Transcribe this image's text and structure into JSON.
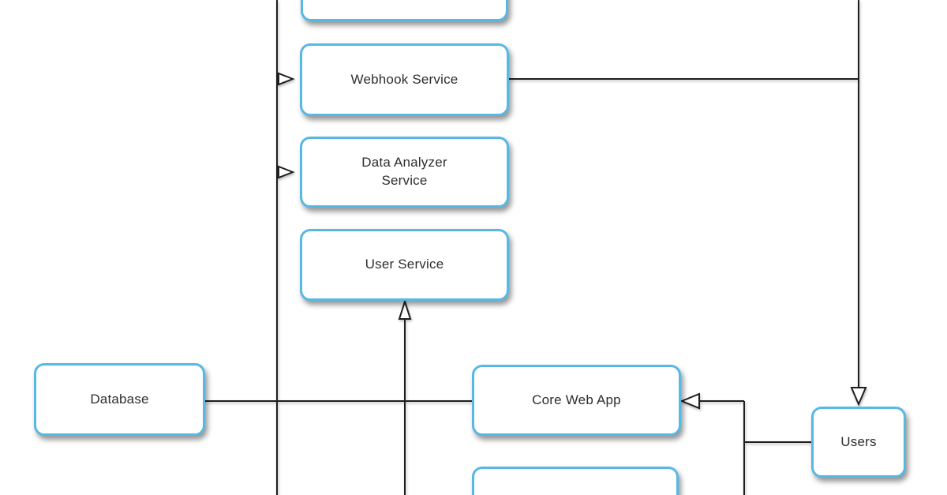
{
  "diagram": {
    "title": "",
    "nodes": {
      "partial_top": {
        "label": ""
      },
      "webhook": {
        "label": "Webhook Service"
      },
      "analyzer": {
        "label": "Data Analyzer Service"
      },
      "user_service": {
        "label": "User Service"
      },
      "database": {
        "label": "Database"
      },
      "core_web_app": {
        "label": "Core Web App"
      },
      "users": {
        "label": "Users"
      },
      "partial_bottom": {
        "label": ""
      }
    },
    "edges": [
      {
        "from": "offscreen-top-left-line",
        "to": "webhook",
        "arrow": "open-triangle-right"
      },
      {
        "from": "offscreen-top-left-line",
        "to": "analyzer",
        "arrow": "open-triangle-right"
      },
      {
        "from": "offscreen-bottom-line",
        "to": "user_service",
        "arrow": "open-triangle-up"
      },
      {
        "from": "webhook",
        "to": "users",
        "arrow": "open-triangle-down"
      },
      {
        "from": "database",
        "to": "core_web_app",
        "arrow": "none"
      },
      {
        "from": "users-offscreen-bottom-line",
        "to": "core_web_app",
        "arrow": "open-triangle-left"
      }
    ]
  },
  "colors": {
    "canvas_bg": "#ffffff",
    "node_border": "#57b8e4",
    "node_fill": "#ffffff",
    "connector": "#1f1f1f",
    "text": "#2e2e2e"
  }
}
